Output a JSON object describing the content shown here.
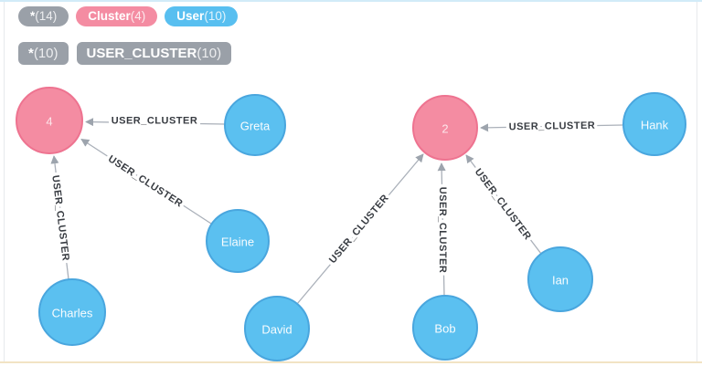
{
  "colors": {
    "cluster_pink": "#F48CA2",
    "cluster_pink_border": "#EE7390",
    "user_blue": "#5BC0F0",
    "user_blue_border": "#49A6DE",
    "pill_gray": "#9AA0A8",
    "edge_gray": "#AAB0B9",
    "edge_label_text": "#383C42"
  },
  "legend": {
    "node_pills": [
      {
        "name": "*",
        "count": "(14)"
      },
      {
        "name": "Cluster",
        "count": "(4)"
      },
      {
        "name": "User",
        "count": "(10)"
      }
    ],
    "rel_pills": [
      {
        "name": "*",
        "count": "(10)"
      },
      {
        "name": "USER_CLUSTER",
        "count": "(10)"
      }
    ]
  },
  "graph": {
    "nodes": [
      {
        "label": "4",
        "type": "Cluster"
      },
      {
        "label": "2",
        "type": "Cluster"
      },
      {
        "label": "Greta",
        "type": "User"
      },
      {
        "label": "Hank",
        "type": "User"
      },
      {
        "label": "Elaine",
        "type": "User"
      },
      {
        "label": "Charles",
        "type": "User"
      },
      {
        "label": "David",
        "type": "User"
      },
      {
        "label": "Bob",
        "type": "User"
      },
      {
        "label": "Ian",
        "type": "User"
      }
    ],
    "edges": [
      {
        "from": "Greta",
        "to": "4",
        "label": "USER_CLUSTER"
      },
      {
        "from": "Elaine",
        "to": "4",
        "label": "USER_CLUSTER"
      },
      {
        "from": "Charles",
        "to": "4",
        "label": "USER_CLUSTER"
      },
      {
        "from": "David",
        "to": "2",
        "label": "USER_CLUSTER"
      },
      {
        "from": "Bob",
        "to": "2",
        "label": "USER_CLUSTER"
      },
      {
        "from": "Ian",
        "to": "2",
        "label": "USER_CLUSTER"
      },
      {
        "from": "Hank",
        "to": "2",
        "label": "USER_CLUSTER"
      }
    ]
  }
}
